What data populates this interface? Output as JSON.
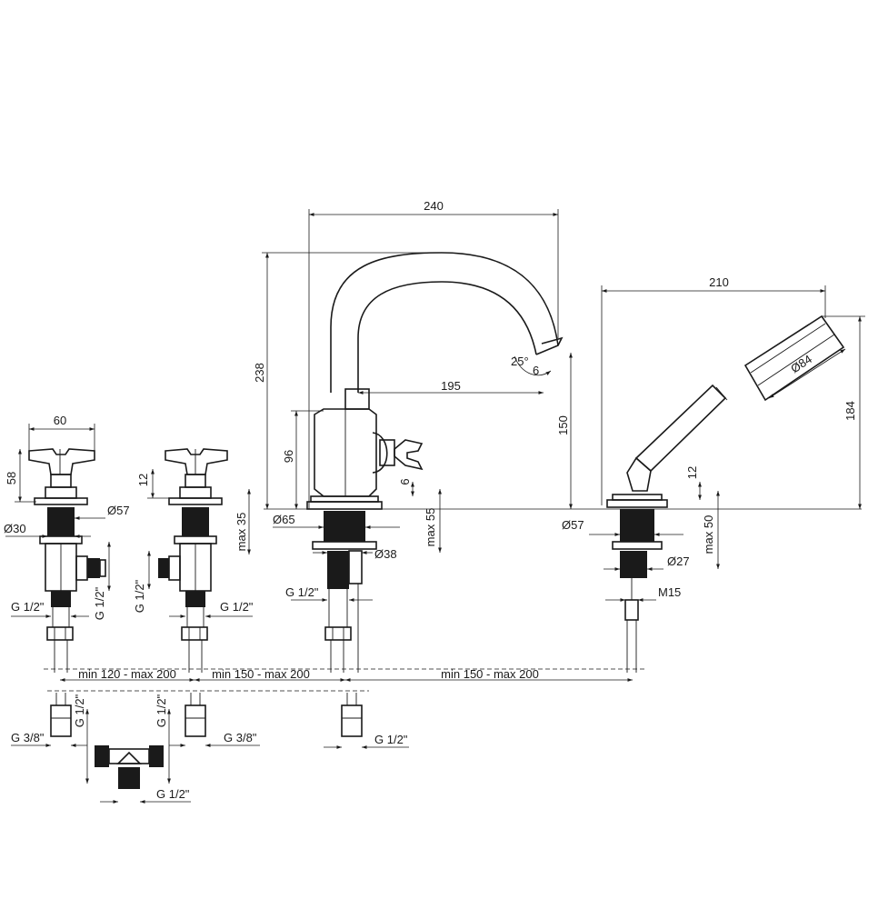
{
  "dimensions": {
    "d240": "240",
    "d210": "210",
    "d238": "238",
    "d195": "195",
    "d150": "150",
    "d184": "184",
    "d96": "96",
    "d60": "60",
    "d58": "58",
    "d12a": "12",
    "d12b": "12",
    "d6": "6",
    "max35": "max 35",
    "max55": "max 55",
    "max50": "max 50",
    "dia57a": "Ø57",
    "dia57b": "Ø57",
    "dia30": "Ø30",
    "dia65": "Ø65",
    "dia38": "Ø38",
    "dia84": "Ø84",
    "dia27": "Ø27",
    "m15": "M15",
    "angle": "25°",
    "angle_b": "6",
    "g12_1": "G 1/2\"",
    "g12_2": "G 1/2\"",
    "g12_3": "G 1/2\"",
    "g12_4": "G 1/2\"",
    "g12_5": "G 1/2\"",
    "g12_6": "G 1/2\"",
    "g12_7": "G 1/2\"",
    "g12_8": "G 1/2\"",
    "g12_9": "G 1/2\"",
    "g38_1": "G 3/8\"",
    "g38_2": "G 3/8\"",
    "span1": "min 120 - max 200",
    "span2": "min 150 - max 200",
    "span3": "min 150 - max 200"
  }
}
